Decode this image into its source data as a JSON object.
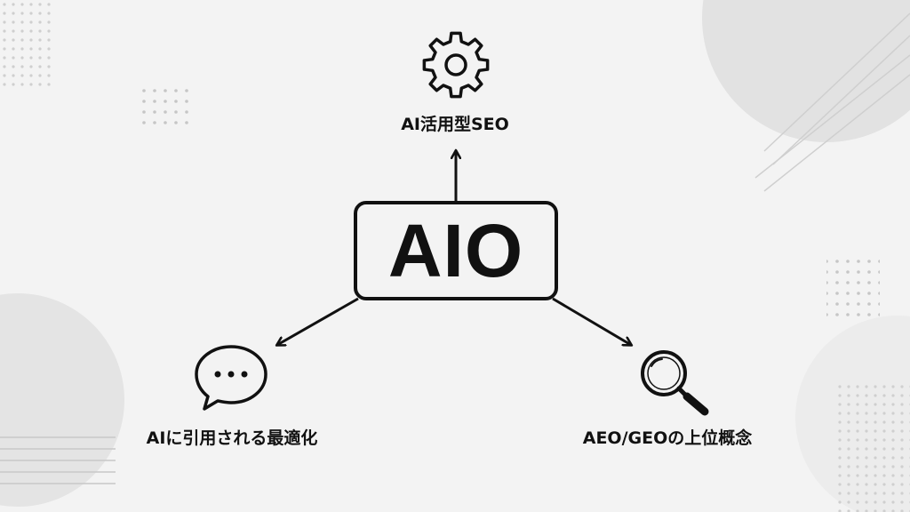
{
  "diagram": {
    "center": {
      "label": "AIO"
    },
    "nodes": [
      {
        "id": "top",
        "label": "AI活用型SEO",
        "icon": "gear-icon"
      },
      {
        "id": "left",
        "label": "AIに引用される最適化",
        "icon": "speech-bubble-icon"
      },
      {
        "id": "right",
        "label": "AEO/GEOの上位概念",
        "icon": "magnifier-icon"
      }
    ]
  },
  "colors": {
    "background": "#f3f3f3",
    "ink": "#111111",
    "decoration": "#dedede"
  }
}
